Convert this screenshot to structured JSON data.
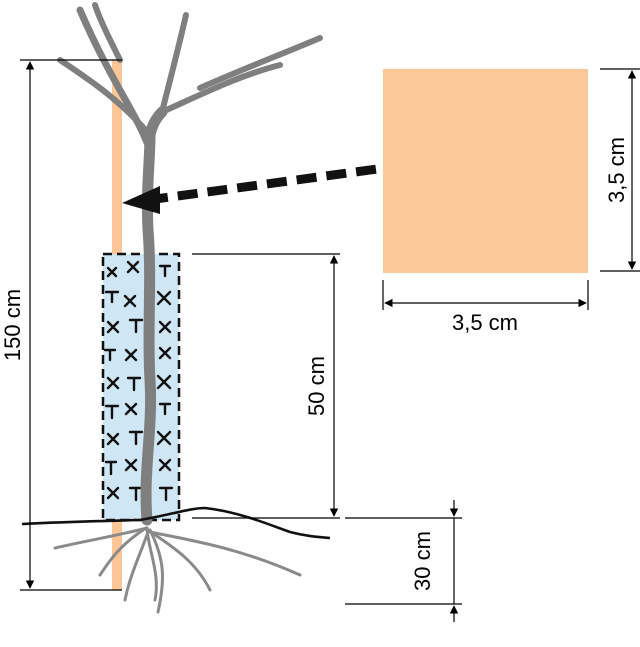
{
  "dimensions": {
    "stake_height": "150 cm",
    "guard_height": "50 cm",
    "burial_depth": "30 cm",
    "section_width": "3,5 cm",
    "section_height": "3,5 cm"
  },
  "colors": {
    "stake": "#fdc697",
    "section_square": "#fdc897",
    "tree_guard_fill": "#cfe6f5",
    "tree": "#7f7f7f",
    "roots": "#8a8a8a",
    "ground": "#111111",
    "dimension_lines": "#000000"
  },
  "icons": {
    "stake": "wooden-stake",
    "tree": "young-tree",
    "tree_guard": "mesh-tree-guard",
    "section": "stake-cross-section",
    "callout": "dashed-double-arrow"
  }
}
